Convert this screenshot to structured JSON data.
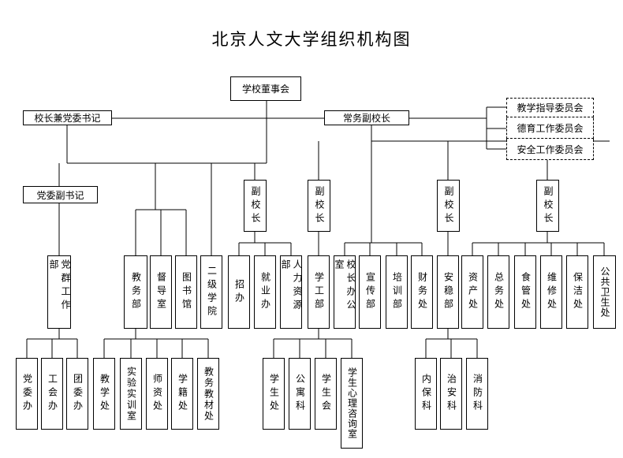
{
  "title": "北京人文大学组织机构图",
  "nodes": {
    "board": "学校董事会",
    "president_secretary": "校长兼党委书记",
    "exec_vp": "常务副校长",
    "committee_teaching": "教学指导委员会",
    "committee_moral": "德育工作委员会",
    "committee_safety": "安全工作委员会",
    "party_deputy": "党委副书记",
    "party_work": "党群工作部",
    "party_committee_office": "党委办",
    "union_office": "工会办",
    "youth_league_office": "团委办",
    "academic_affairs": "教务部",
    "supervision": "督导室",
    "library": "图书馆",
    "second_college": "二级学院",
    "teaching_office": "教学处",
    "lab_training": "实验实训室",
    "faculty_office": "师资处",
    "registrar": "学籍处",
    "textbook_office": "教务教材处",
    "vp1": "副校长",
    "vp2": "副校长",
    "vp3": "副校长",
    "vp4": "副校长",
    "admissions": "招办",
    "employment": "就业办",
    "hr": "人力资源部",
    "student_affairs": "学工部",
    "student_office": "学生处",
    "dormitory": "公寓科",
    "student_union": "学生会",
    "counseling": "学生心理咨询室",
    "president_office": "校长办公室",
    "publicity": "宣传部",
    "training": "培训部",
    "finance": "财务处",
    "security": "安稳部",
    "internal_security": "内保科",
    "public_order": "治安科",
    "fire_control": "消防科",
    "assets": "资产处",
    "general_affairs": "总务处",
    "canteen": "食管处",
    "maintenance": "维修处",
    "cleaning": "保洁处",
    "public_health": "公共卫生处"
  }
}
